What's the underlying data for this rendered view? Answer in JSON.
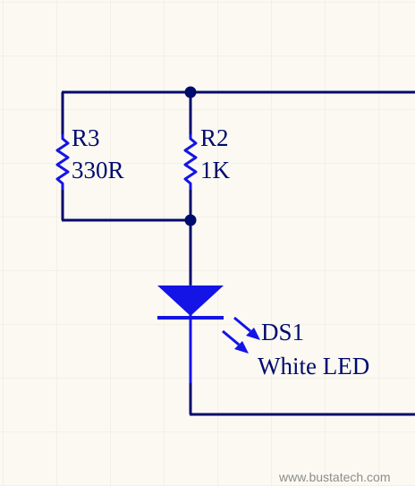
{
  "schematic": {
    "colors": {
      "wire": "#000b6e",
      "component": "#1414e6",
      "label": "#000b6e",
      "grid": "#e9e6dc",
      "background": "#fbf9f2"
    },
    "components": {
      "r3": {
        "designator": "R3",
        "value": "330R"
      },
      "r2": {
        "designator": "R2",
        "value": "1K"
      },
      "ds1": {
        "designator": "DS1",
        "value": "White LED"
      }
    },
    "watermark": "www.bustatech.com"
  }
}
